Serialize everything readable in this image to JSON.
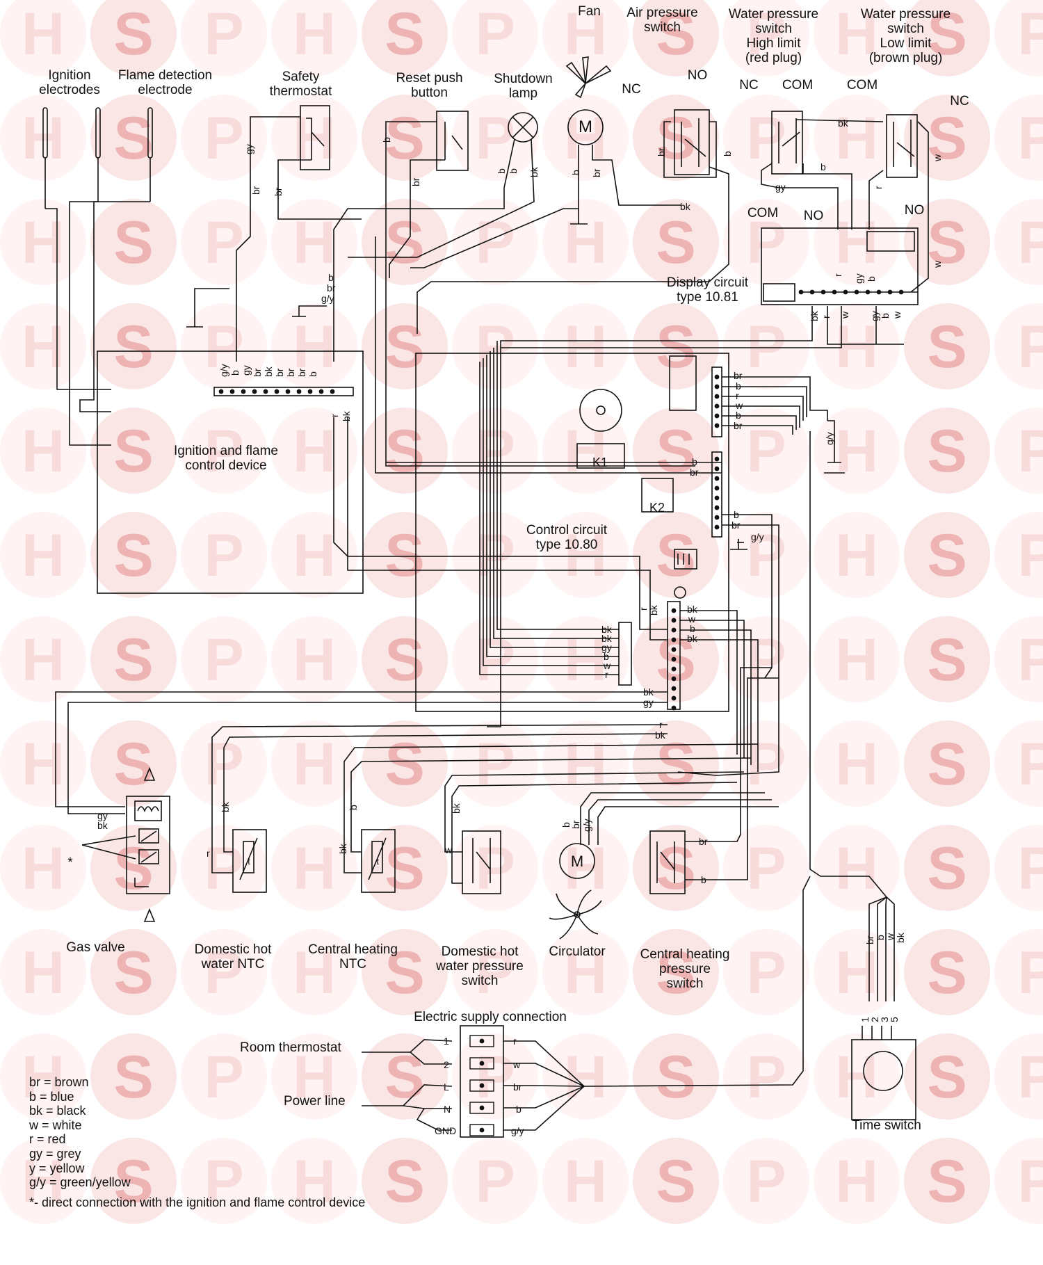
{
  "watermark": {
    "letters": [
      "H",
      "S",
      "P"
    ],
    "color": "#f3c9c9",
    "accent": "#e58a8a"
  },
  "colors": {
    "line": "#111111",
    "background": "#ffffff"
  },
  "components": {
    "ignition_electrodes": [
      "Ignition",
      "electrodes"
    ],
    "flame_detection_electrode": [
      "Flame detection",
      "electrode"
    ],
    "safety_thermostat": [
      "Safety",
      "thermostat"
    ],
    "reset_push_button": [
      "Reset push",
      "button"
    ],
    "shutdown_lamp": [
      "Shutdown",
      "lamp"
    ],
    "fan": "Fan",
    "fan_motor": "M",
    "air_pressure_switch": [
      "Air pressure",
      "switch"
    ],
    "water_pressure_high": [
      "Water pressure",
      "switch",
      "High limit",
      "(red plug)"
    ],
    "water_pressure_low": [
      "Water pressure",
      "switch",
      "Low limit",
      "(brown plug)"
    ],
    "display_circuit": [
      "Display circuit",
      "type 10.81"
    ],
    "ignition_device": [
      "Ignition and flame",
      "control device"
    ],
    "control_circuit": [
      "Control circuit",
      "type 10.80"
    ],
    "relay_k1": "K1",
    "relay_k2": "K2",
    "gas_valve": "Gas valve",
    "dhw_ntc": [
      "Domestic hot",
      "water NTC"
    ],
    "ch_ntc": [
      "Central heating",
      "NTC"
    ],
    "dhw_pressure_switch": [
      "Domestic hot",
      "water pressure",
      "switch"
    ],
    "circulator": "Circulator",
    "circulator_motor": "M",
    "ch_pressure_switch": [
      "Central heating",
      "pressure",
      "switch"
    ],
    "electric_supply": "Electric supply connection",
    "room_thermostat": "Room thermostat",
    "power_line": "Power line",
    "time_switch": "Time switch",
    "ntc_symbol": "t",
    "asterisk": "*"
  },
  "contacts": {
    "nc": "NC",
    "no": "NO",
    "com": "COM"
  },
  "terminals": [
    "1",
    "2",
    "L",
    "N",
    "GND"
  ],
  "time_switch_terminals": [
    "1",
    "2",
    "3",
    "5"
  ],
  "wire_codes": {
    "br": "br",
    "b": "b",
    "bk": "bk",
    "w": "w",
    "r": "r",
    "gy": "gy",
    "gy_y": "g/y"
  },
  "legend": [
    "br = brown",
    "b = blue",
    "bk = black",
    "w = white",
    "r = red",
    "gy = grey",
    "y = yellow",
    "g/y = green/yellow"
  ],
  "note": "*- direct connection with the ignition and flame control device"
}
